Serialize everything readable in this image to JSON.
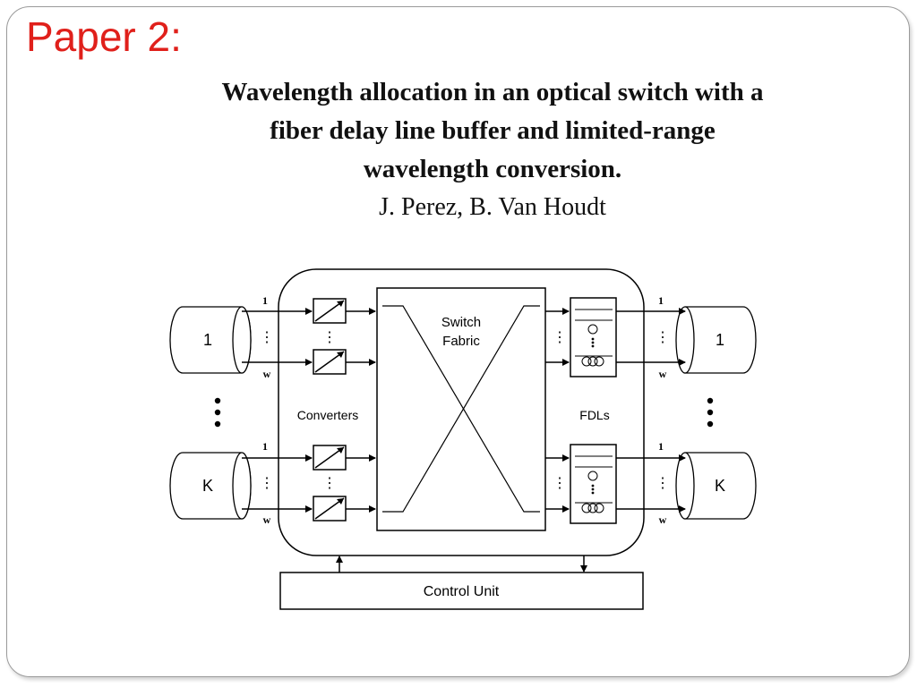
{
  "slide": {
    "heading": "Paper 2:",
    "title_lines": [
      "Wavelength allocation in an optical switch with a",
      "fiber delay line buffer and limited-range",
      "wavelength conversion."
    ],
    "authors": "J. Perez, B. Van Houdt"
  },
  "diagram": {
    "inputs": [
      "1",
      "K"
    ],
    "outputs": [
      "1",
      "K"
    ],
    "channel_labels": {
      "first": "1",
      "last": "w",
      "ellipsis": "⋮"
    },
    "converters_label": "Converters",
    "switch_label_lines": [
      "Switch",
      "Fabric"
    ],
    "fdls_label": "FDLs",
    "control_unit_label": "Control Unit"
  }
}
